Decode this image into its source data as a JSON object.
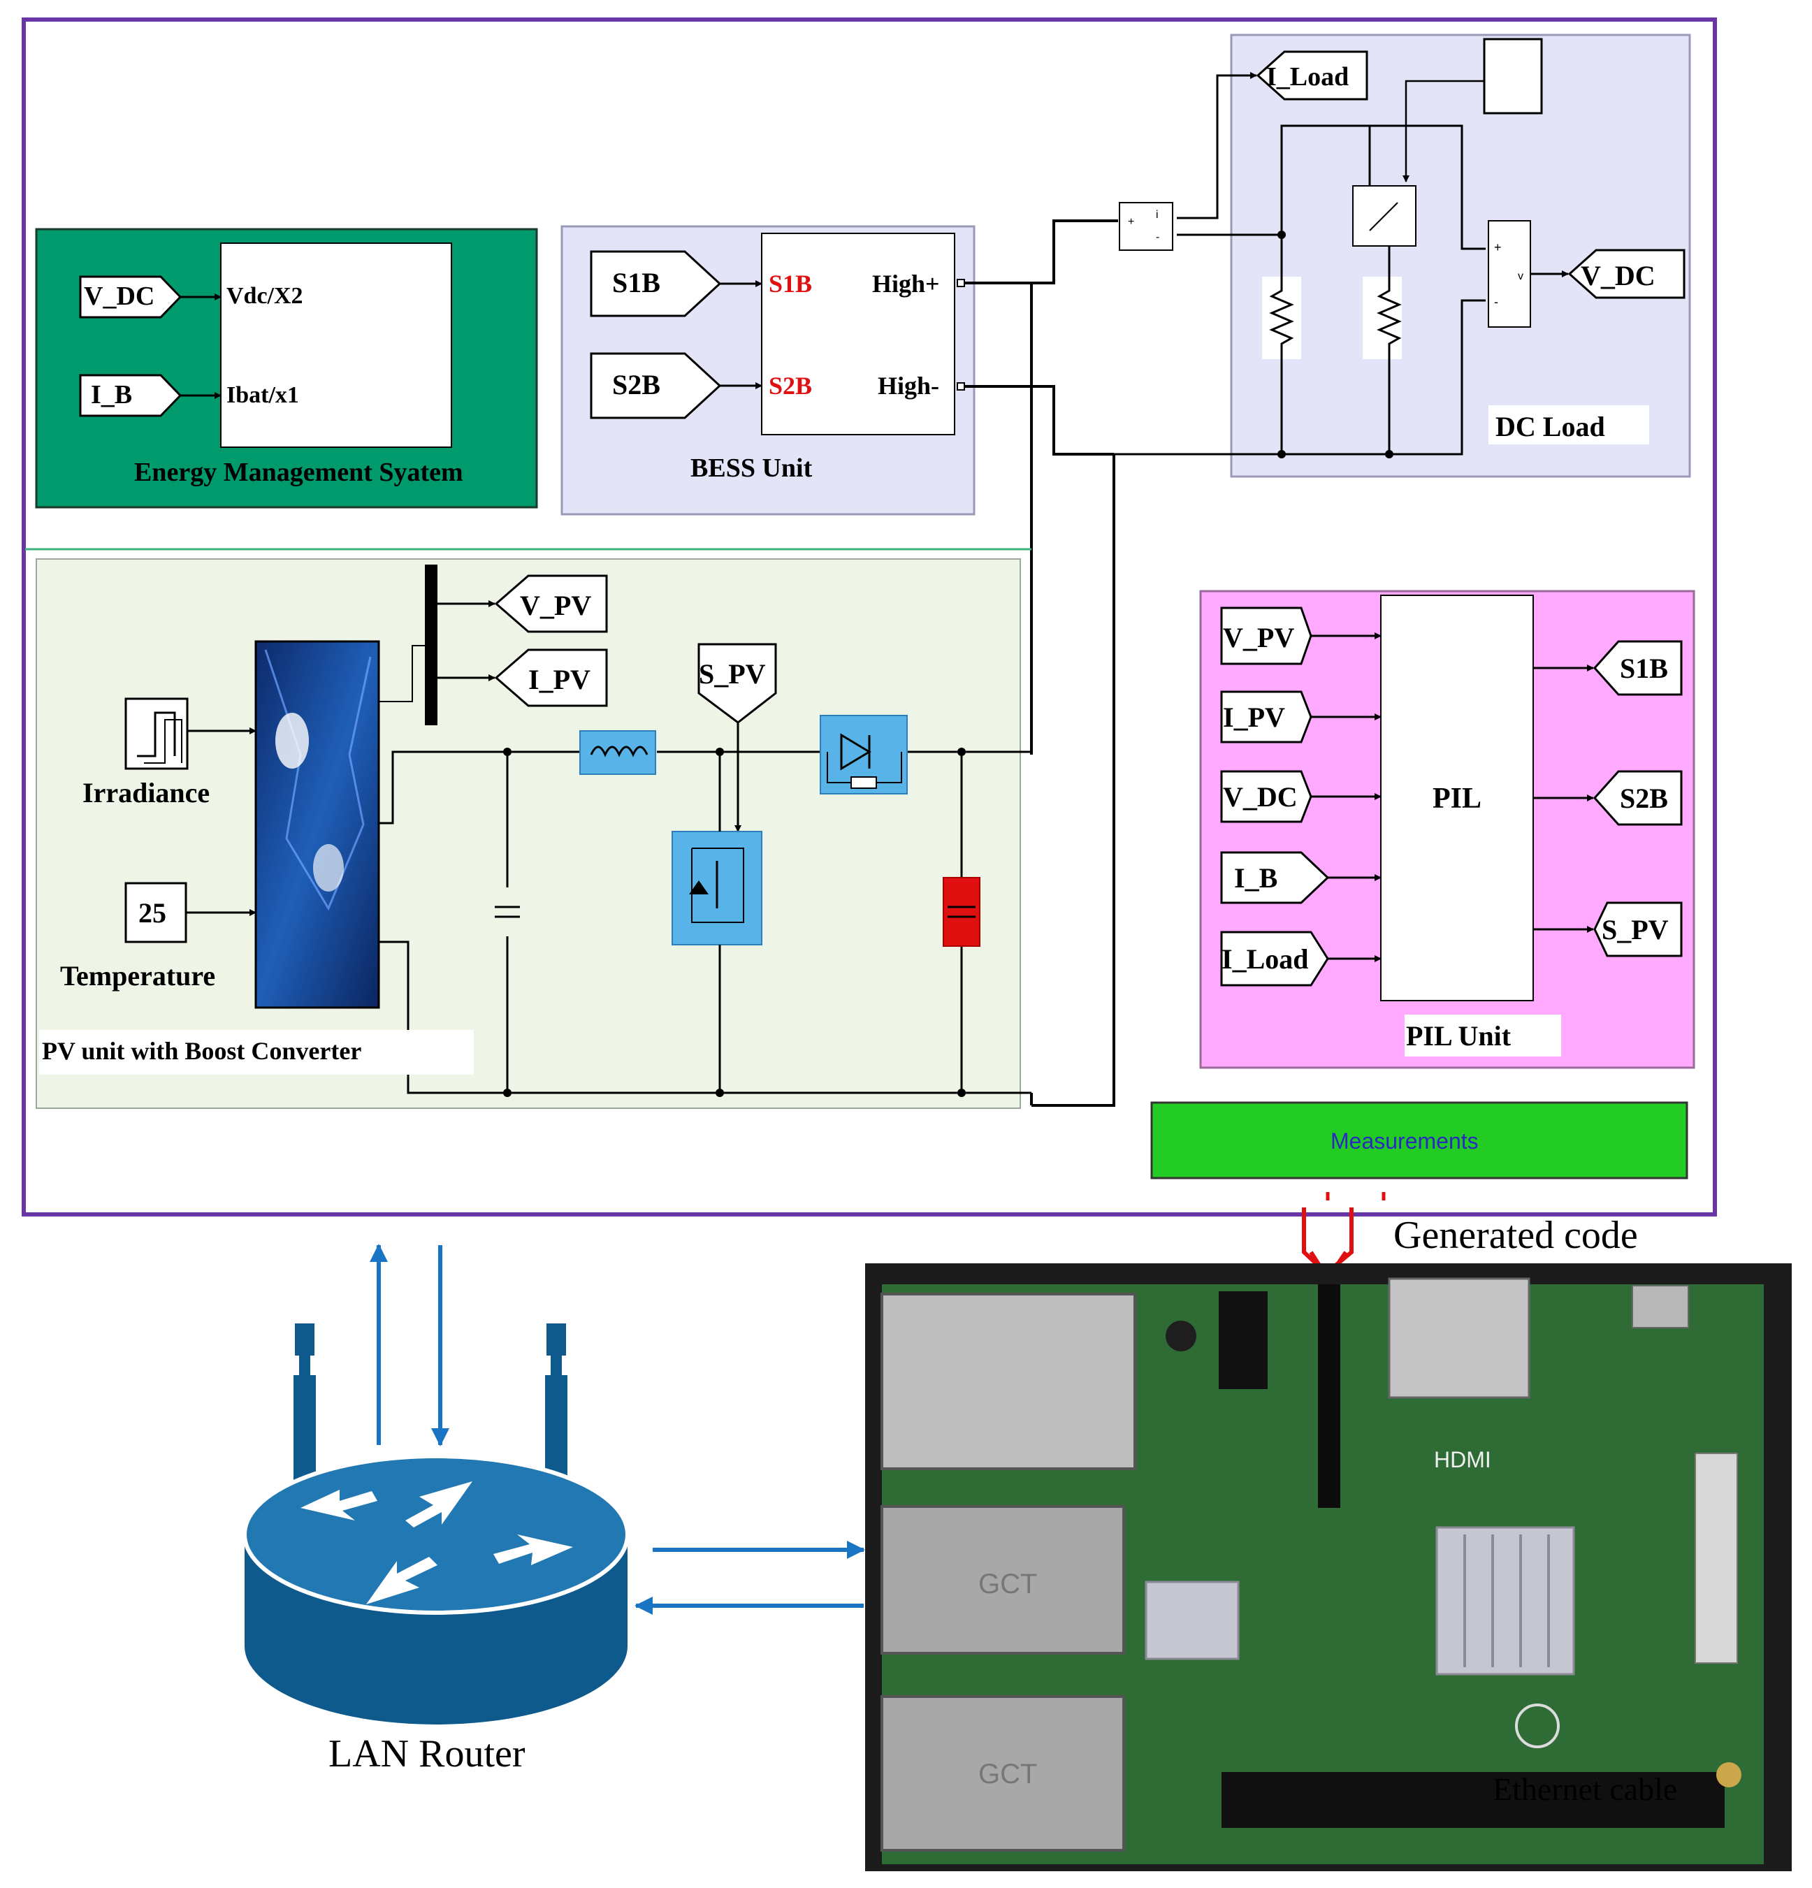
{
  "ems": {
    "title": "Energy Management Syatem",
    "inputs": [
      "V_DC",
      "I_B"
    ],
    "ports": [
      "Vdc/X2",
      "Ibat/x1"
    ]
  },
  "bess": {
    "title": "BESS Unit",
    "inputs": [
      "S1B",
      "S2B"
    ],
    "ports_in": [
      "S1B",
      "S2B"
    ],
    "ports_out": [
      "High+",
      "High-"
    ]
  },
  "dc_load": {
    "title": "DC Load",
    "goto_current": "I_Load",
    "goto_voltage": "V_DC"
  },
  "pv": {
    "title": "PV unit with Boost Converter",
    "irradiance_label": "Irradiance",
    "temperature_value": "25",
    "temperature_label": "Temperature",
    "outputs": [
      "V_PV",
      "I_PV"
    ],
    "switch_from": "S_PV"
  },
  "pil": {
    "title": "PIL Unit",
    "block_label": "PIL",
    "inputs": [
      "V_PV",
      "I_PV",
      "V_DC",
      "I_B",
      "I_Load"
    ],
    "outputs": [
      "S1B",
      "S2B",
      "S_PV"
    ]
  },
  "measurements": {
    "label": "Measurements"
  },
  "hardware": {
    "generated_code_label": "Generated code",
    "router_label": "LAN Router",
    "ethernet_label": "Ethernet cable"
  },
  "colors": {
    "frame": "#6a35a6",
    "ems_bg": "#009a6c",
    "bess_bg": "#e4e4f8",
    "pv_bg": "#eef5e6",
    "pil_bg": "#ffaaff",
    "measure_bg": "#22cc22",
    "router": "#0e5a8c",
    "arrow_blue": "#1a74c4",
    "arrow_red": "#e01010",
    "pcb": "#2f6b35"
  }
}
